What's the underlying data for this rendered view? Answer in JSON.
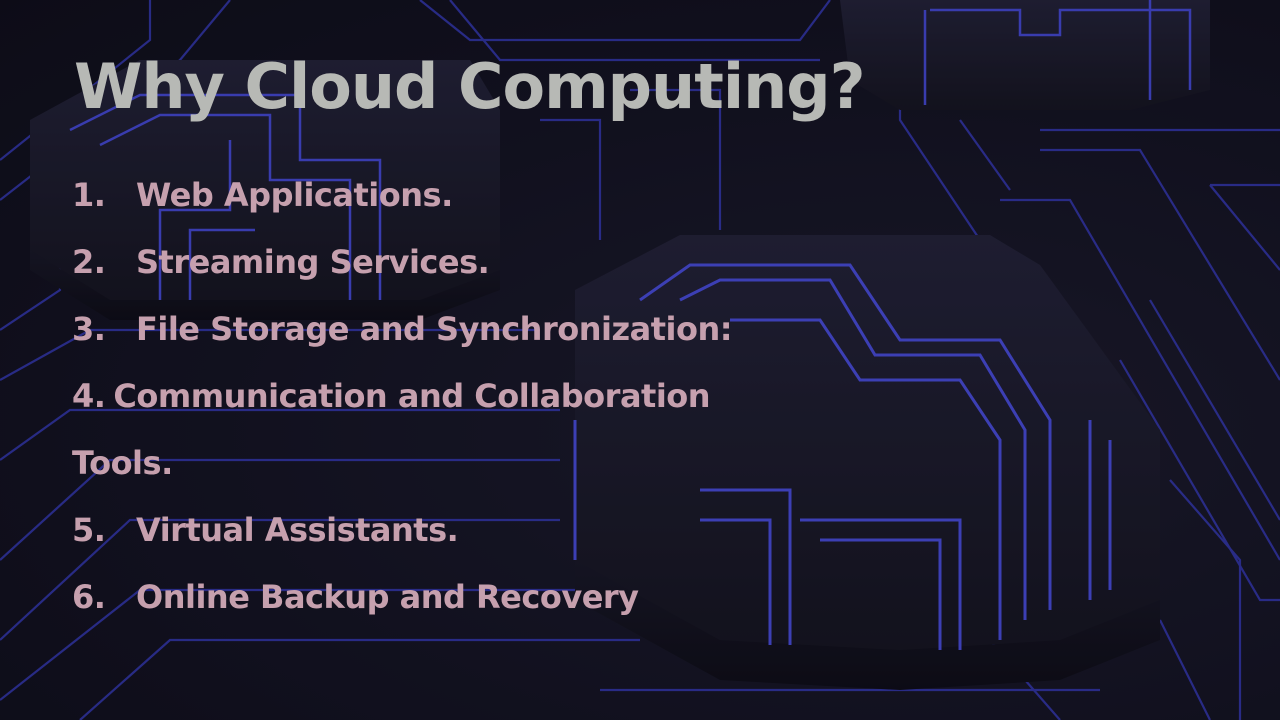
{
  "slide": {
    "title": "Why Cloud Computing?",
    "items": [
      {
        "number": "1.",
        "text": "Web Applications."
      },
      {
        "number": "2.",
        "text": "Streaming Services."
      },
      {
        "number": "3.",
        "text": "File Storage and Synchronization:"
      },
      {
        "number": "4.",
        "text": "Communication and Collaboration",
        "continuation": "Tools."
      },
      {
        "number": "5.",
        "text": "Virtual Assistants."
      },
      {
        "number": "6.",
        "text": "Online Backup and Recovery"
      }
    ]
  },
  "colors": {
    "background": "#14131f",
    "circuit_glow": "#3b3fd6",
    "title": "#b7b9b5",
    "list_text": "#c6a0ae"
  }
}
